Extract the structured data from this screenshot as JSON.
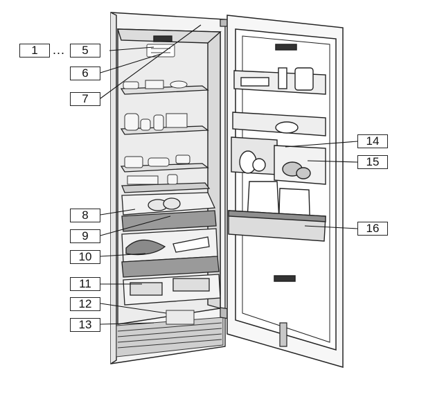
{
  "callouts": {
    "c1": "1",
    "ellipsis": "...",
    "c5": "5",
    "c6": "6",
    "c7": "7",
    "c8": "8",
    "c9": "9",
    "c10": "10",
    "c11": "11",
    "c12": "12",
    "c13": "13",
    "c14": "14",
    "c15": "15",
    "c16": "16"
  }
}
